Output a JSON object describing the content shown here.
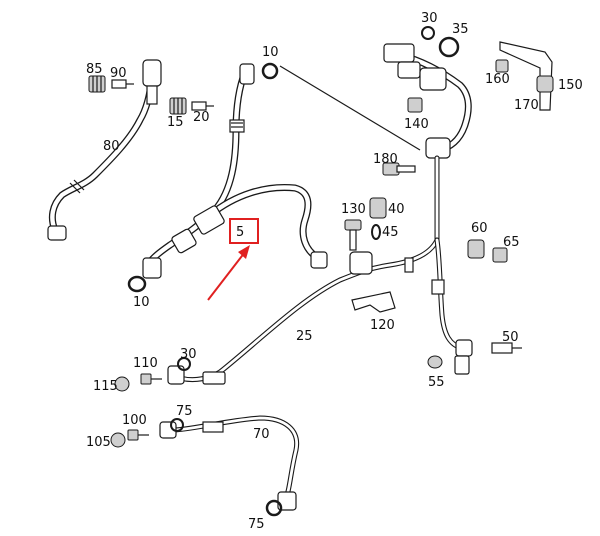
{
  "colors": {
    "line": "#1a1a1a",
    "highlight": "#e02020",
    "background": "#ffffff"
  },
  "highlighted_label": "5",
  "labels": [
    {
      "id": "l30a",
      "text": "30"
    },
    {
      "id": "l35",
      "text": "35"
    },
    {
      "id": "l85",
      "text": "85"
    },
    {
      "id": "l90",
      "text": "90"
    },
    {
      "id": "l10a",
      "text": "10"
    },
    {
      "id": "l160",
      "text": "160"
    },
    {
      "id": "l150",
      "text": "150"
    },
    {
      "id": "l15",
      "text": "15"
    },
    {
      "id": "l20",
      "text": "20"
    },
    {
      "id": "l170",
      "text": "170"
    },
    {
      "id": "l140",
      "text": "140"
    },
    {
      "id": "l80",
      "text": "80"
    },
    {
      "id": "l180",
      "text": "180"
    },
    {
      "id": "l130",
      "text": "130"
    },
    {
      "id": "l40",
      "text": "40"
    },
    {
      "id": "l45",
      "text": "45"
    },
    {
      "id": "l60",
      "text": "60"
    },
    {
      "id": "l65",
      "text": "65"
    },
    {
      "id": "l10b",
      "text": "10"
    },
    {
      "id": "l120",
      "text": "120"
    },
    {
      "id": "l25",
      "text": "25"
    },
    {
      "id": "l50",
      "text": "50"
    },
    {
      "id": "l110",
      "text": "110"
    },
    {
      "id": "l30b",
      "text": "30"
    },
    {
      "id": "l115",
      "text": "115"
    },
    {
      "id": "l55",
      "text": "55"
    },
    {
      "id": "l100",
      "text": "100"
    },
    {
      "id": "l75a",
      "text": "75"
    },
    {
      "id": "l70",
      "text": "70"
    },
    {
      "id": "l105",
      "text": "105"
    },
    {
      "id": "l75b",
      "text": "75"
    }
  ]
}
